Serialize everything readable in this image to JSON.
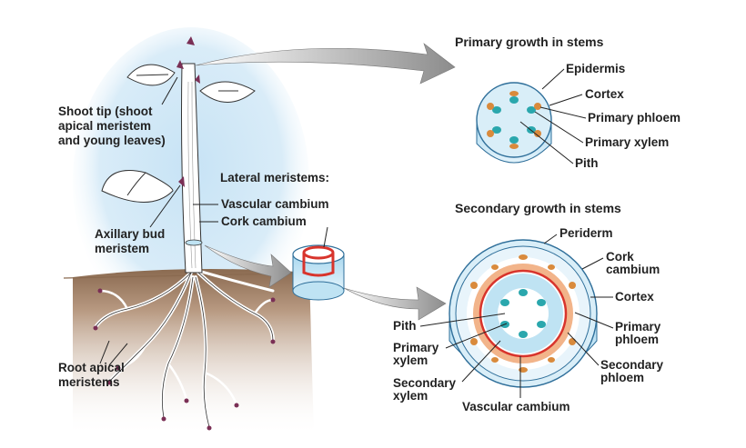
{
  "titles": {
    "primary": "Primary growth in stems",
    "secondary": "Secondary growth in stems",
    "lateral": "Lateral meristems:"
  },
  "plant_labels": {
    "shoot_tip": [
      "Shoot tip (shoot",
      "apical meristem",
      "and young leaves)"
    ],
    "axillary": [
      "Axillary bud",
      "meristem"
    ],
    "vascular_cambium": "Vascular cambium",
    "cork_cambium": "Cork cambium",
    "root_apical": [
      "Root apical",
      "meristems"
    ]
  },
  "primary_labels": {
    "epidermis": "Epidermis",
    "cortex": "Cortex",
    "primary_phloem": "Primary phloem",
    "primary_xylem": "Primary xylem",
    "pith": "Pith"
  },
  "secondary_labels": {
    "periderm": "Periderm",
    "cork_cambium": [
      "Cork",
      "cambium"
    ],
    "cortex": "Cortex",
    "primary_phloem": [
      "Primary",
      "phloem"
    ],
    "secondary_phloem": [
      "Secondary",
      "phloem"
    ],
    "vascular_cambium": "Vascular cambium",
    "pith": "Pith",
    "primary_xylem": [
      "Primary",
      "xylem"
    ],
    "secondary_xylem": [
      "Secondary",
      "xylem"
    ]
  },
  "colors": {
    "sky": "#cfe6f6",
    "soil": "#b99a80",
    "stem_blue": "#bfe3f3",
    "phloem_orange": "#d98a3c",
    "xylem_teal": "#2aa7ad",
    "cambium_red": "#d8342c",
    "arrow_gray": "#9a9a9a"
  }
}
